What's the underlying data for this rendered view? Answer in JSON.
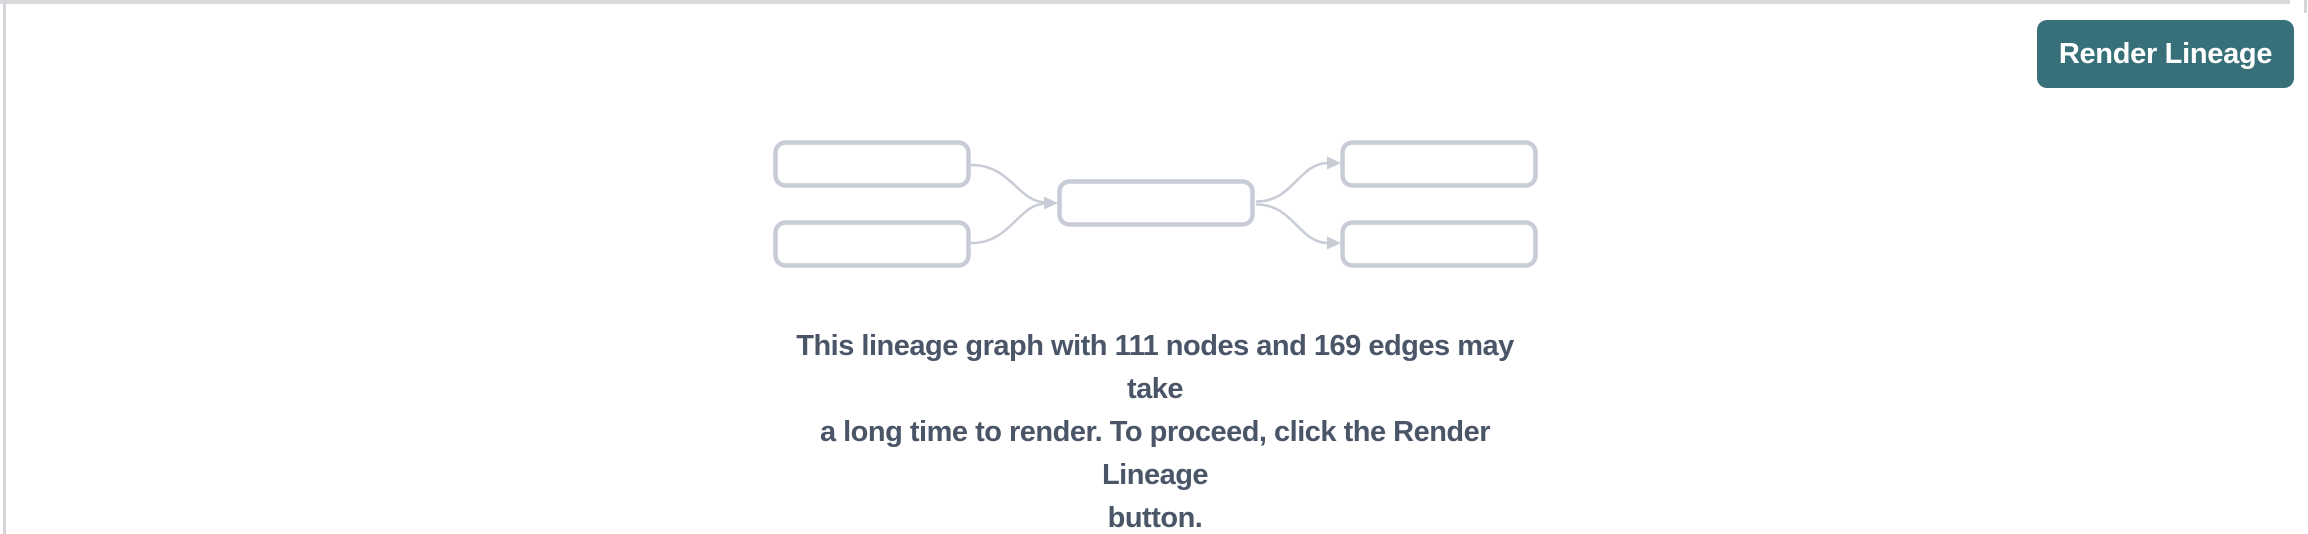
{
  "panel": {
    "render_button_label": "Render Lineage",
    "message": "This lineage graph with 111 nodes and 169 edges may take a long time to render. To proceed, click the Render Lineage button.",
    "message_lines": [
      "This lineage graph with 111 nodes and 169 edges may take",
      "a long time to render. To proceed, click the Render Lineage",
      "button."
    ],
    "node_count": "111",
    "edge_count": "169"
  },
  "icons": {
    "placeholder": "lineage-graph-placeholder-icon"
  },
  "colors": {
    "accent_teal": "#38707A",
    "button_text": "#FFFFFF",
    "message_text": "#4A5568",
    "placeholder_stroke": "#C8CCD6",
    "divider": "#D9D9DD",
    "panel_border": "#D5D5D9"
  }
}
